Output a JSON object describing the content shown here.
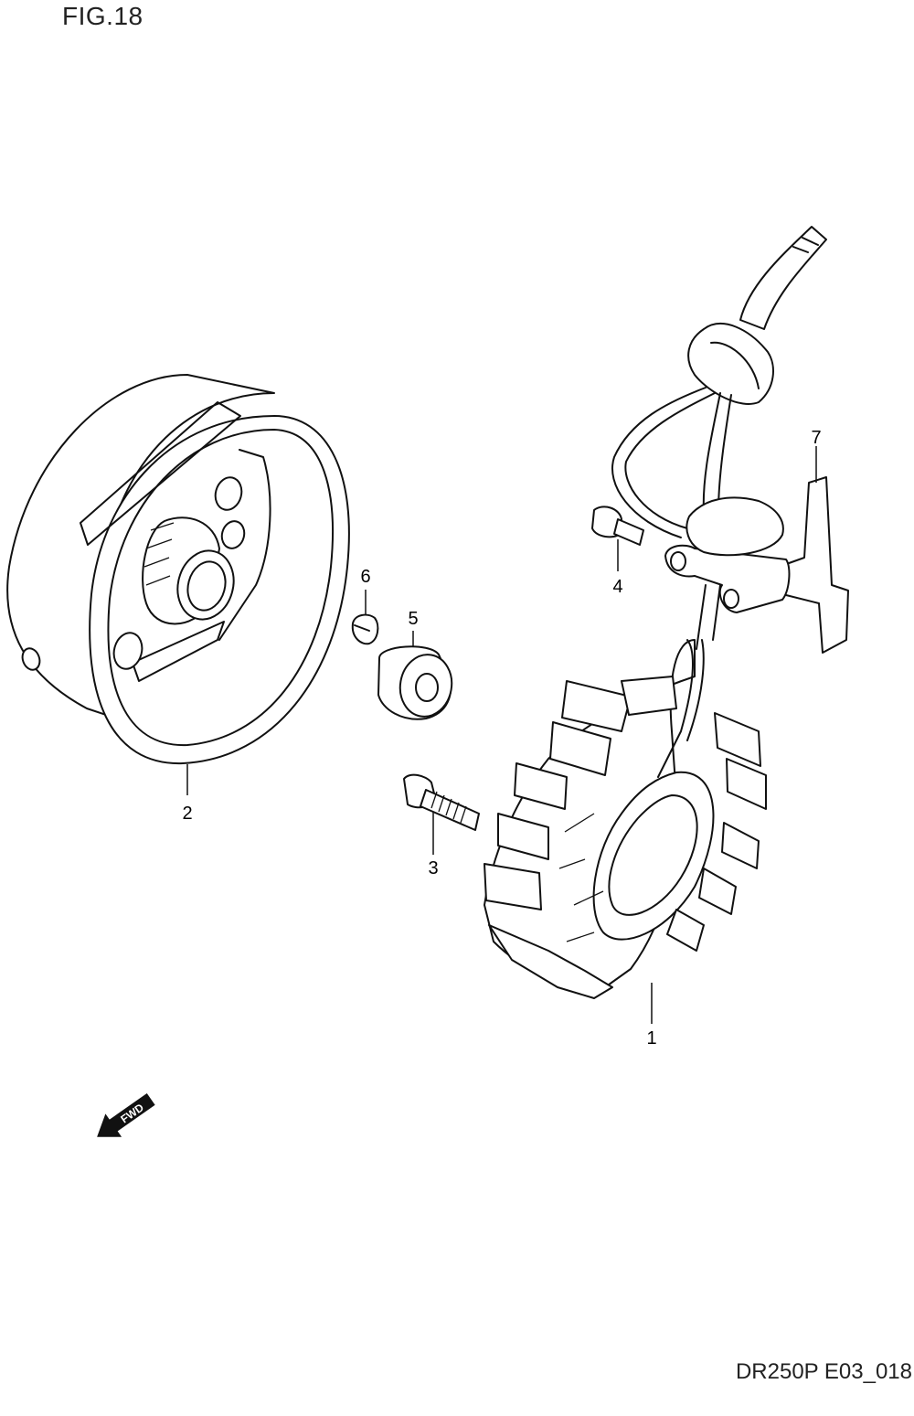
{
  "figure": {
    "title": "FIG.18",
    "code": "DR250P E03_018"
  },
  "fwd_arrow": {
    "label": "FWD"
  },
  "callouts": [
    {
      "id": "1",
      "label": "1",
      "part": "stator"
    },
    {
      "id": "2",
      "label": "2",
      "part": "flywheel-rotor"
    },
    {
      "id": "3",
      "label": "3",
      "part": "bolt"
    },
    {
      "id": "4",
      "label": "4",
      "part": "screw"
    },
    {
      "id": "5",
      "label": "5",
      "part": "nut"
    },
    {
      "id": "6",
      "label": "6",
      "part": "key"
    },
    {
      "id": "7",
      "label": "7",
      "part": "clamp-bracket"
    }
  ]
}
